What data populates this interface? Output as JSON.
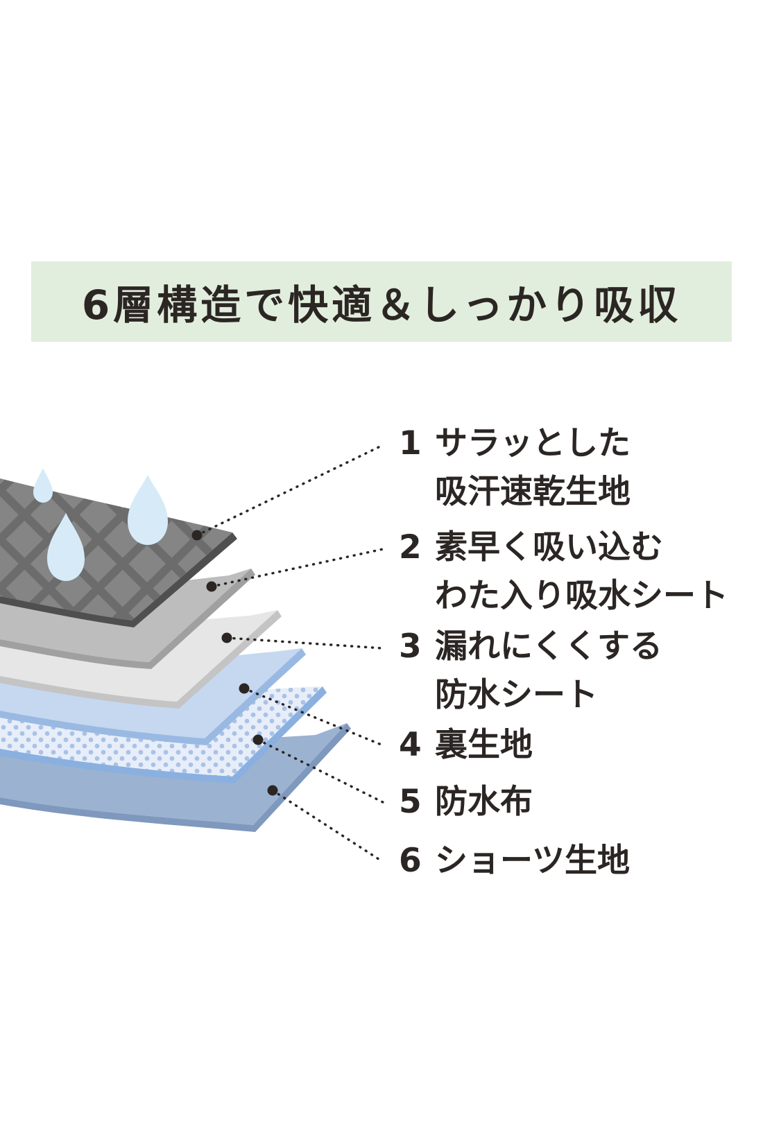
{
  "title": "6層構造で快適＆しっかり吸収",
  "layers": [
    {
      "number": "1",
      "line1": "サラッとした",
      "line2": "吸汗速乾生地"
    },
    {
      "number": "2",
      "line1": "素早く吸い込む",
      "line2": "わた入り吸水シート"
    },
    {
      "number": "3",
      "line1": "漏れにくくする",
      "line2": "防水シート"
    },
    {
      "number": "4",
      "line1": "裏生地",
      "line2": ""
    },
    {
      "number": "5",
      "line1": "防水布",
      "line2": ""
    },
    {
      "number": "6",
      "line1": "ショーツ生地",
      "line2": ""
    }
  ],
  "colors": {
    "banner": "#e2eedd",
    "text": "#2b2624",
    "layer1": "#6c6c6c",
    "layer2": "#bdbdbd",
    "layer3": "#e6e6e6",
    "layer4": "#c5d8f0",
    "layer5": "#d8e5f6",
    "layer6": "#9cb2d1",
    "drop": "#d6ebf7"
  },
  "icons": [
    "water-drop-icon",
    "water-drop-icon",
    "water-drop-icon"
  ]
}
